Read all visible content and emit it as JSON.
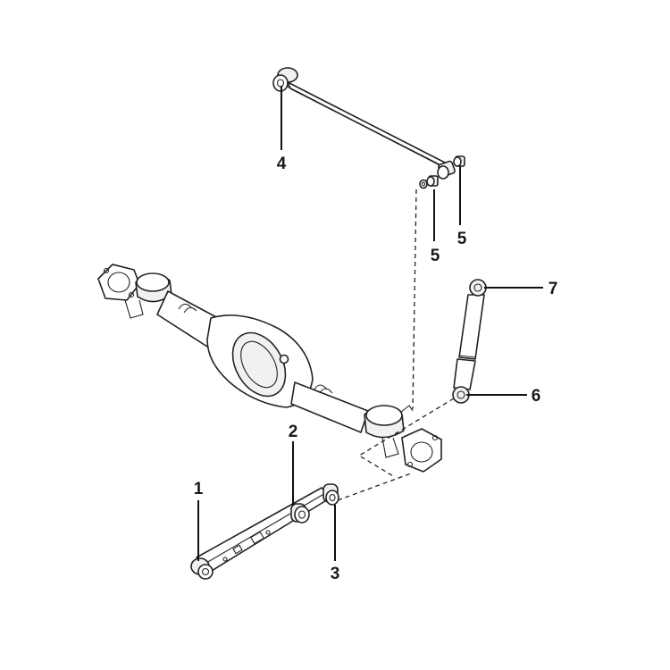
{
  "callouts": [
    {
      "id": "c1",
      "label": "1"
    },
    {
      "id": "c2",
      "label": "2"
    },
    {
      "id": "c3",
      "label": "3"
    },
    {
      "id": "c4",
      "label": "4"
    },
    {
      "id": "c5a",
      "label": "5"
    },
    {
      "id": "c5b",
      "label": "5"
    },
    {
      "id": "c6",
      "label": "6"
    },
    {
      "id": "c7",
      "label": "7"
    }
  ]
}
